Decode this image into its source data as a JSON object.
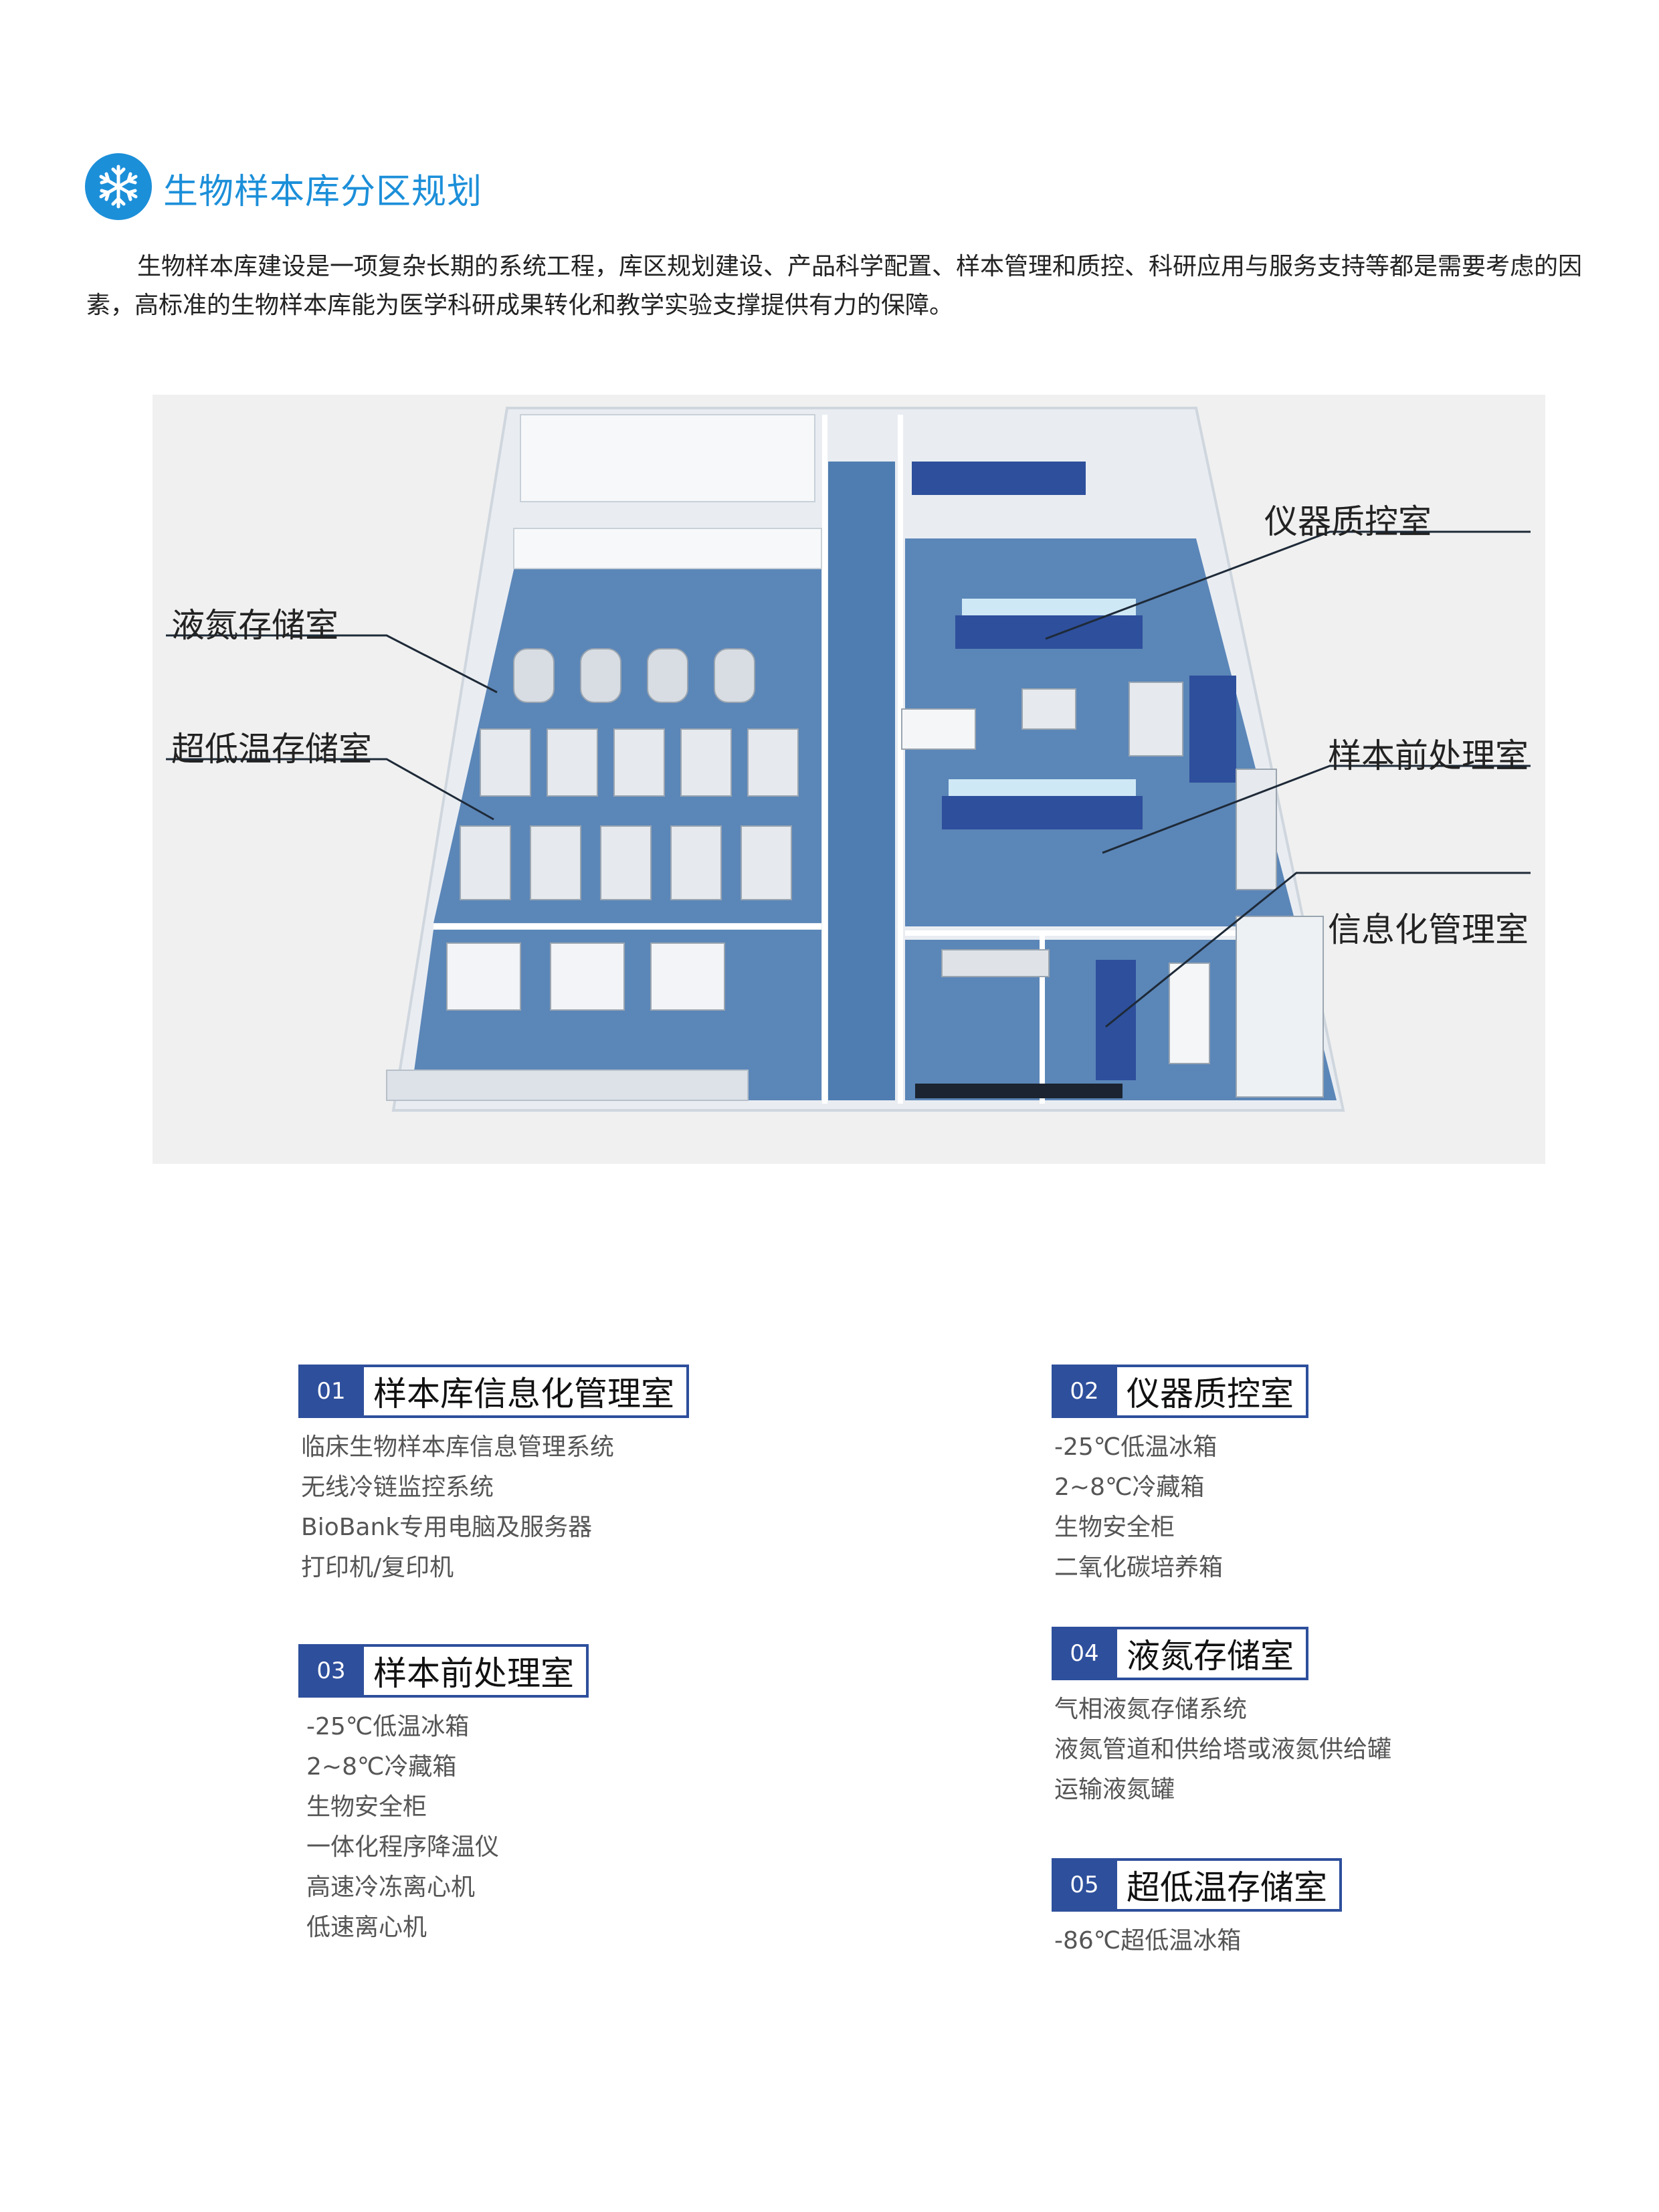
{
  "header": {
    "icon": "snowflake-icon",
    "title": "生物样本库分区规划",
    "accent": "#1c8fd9"
  },
  "intro": "生物样本库建设是一项复杂长期的系统工程，库区规划建设、产品科学配置、样本管理和质控、科研应用与服务支持等都是需要考虑的因素，高标准的生物样本库能为医学科研成果转化和教学实验支撑提供有力的保障。",
  "floorplan": {
    "callouts": [
      "液氮存储室",
      "超低温存储室",
      "仪器质控室",
      "样本前处理室",
      "信息化管理室"
    ],
    "floor_color": "#5b86b8"
  },
  "sections": [
    {
      "num": "01",
      "title": "样本库信息化管理室",
      "items": [
        "临床生物样本库信息管理系统",
        "无线冷链监控系统",
        "BioBank专用电脑及服务器",
        "打印机/复印机"
      ]
    },
    {
      "num": "02",
      "title": "仪器质控室",
      "items": [
        "-25℃低温冰箱",
        "2~8℃冷藏箱",
        "生物安全柜",
        "二氧化碳培养箱"
      ]
    },
    {
      "num": "03",
      "title": "样本前处理室",
      "items": [
        "-25℃低温冰箱",
        "2~8℃冷藏箱",
        "生物安全柜",
        "一体化程序降温仪",
        "高速冷冻离心机",
        "低速离心机"
      ]
    },
    {
      "num": "04",
      "title": "液氮存储室",
      "items": [
        "气相液氮存储系统",
        "液氮管道和供给塔或液氮供给罐",
        "运输液氮罐"
      ]
    },
    {
      "num": "05",
      "title": "超低温存储室",
      "items": [
        "-86℃超低温冰箱"
      ]
    }
  ],
  "section_color": "#2e4f9c"
}
